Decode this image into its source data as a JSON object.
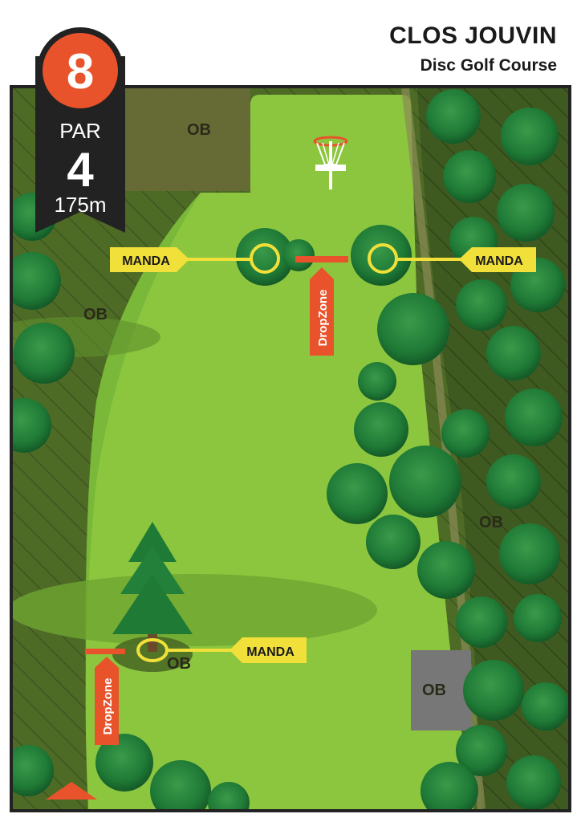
{
  "header": {
    "title": "CLOS JOUVIN",
    "subtitle": "Disc Golf Course"
  },
  "hole": {
    "number": "8",
    "par_label": "PAR",
    "par": "4",
    "distance": "175m"
  },
  "labels": {
    "ob": "OB",
    "manda": "MANDA",
    "dropzone": "DropZone"
  },
  "colors": {
    "fairway": "#8cc63f",
    "rough": "#5a7d2e",
    "ob_zone": "#6b6b3a",
    "trees_dark": "#1f6b3a",
    "manda": "#f2e03a",
    "dropzone": "#e8532b",
    "hole_badge": "#e8532b",
    "frame": "#222222"
  }
}
